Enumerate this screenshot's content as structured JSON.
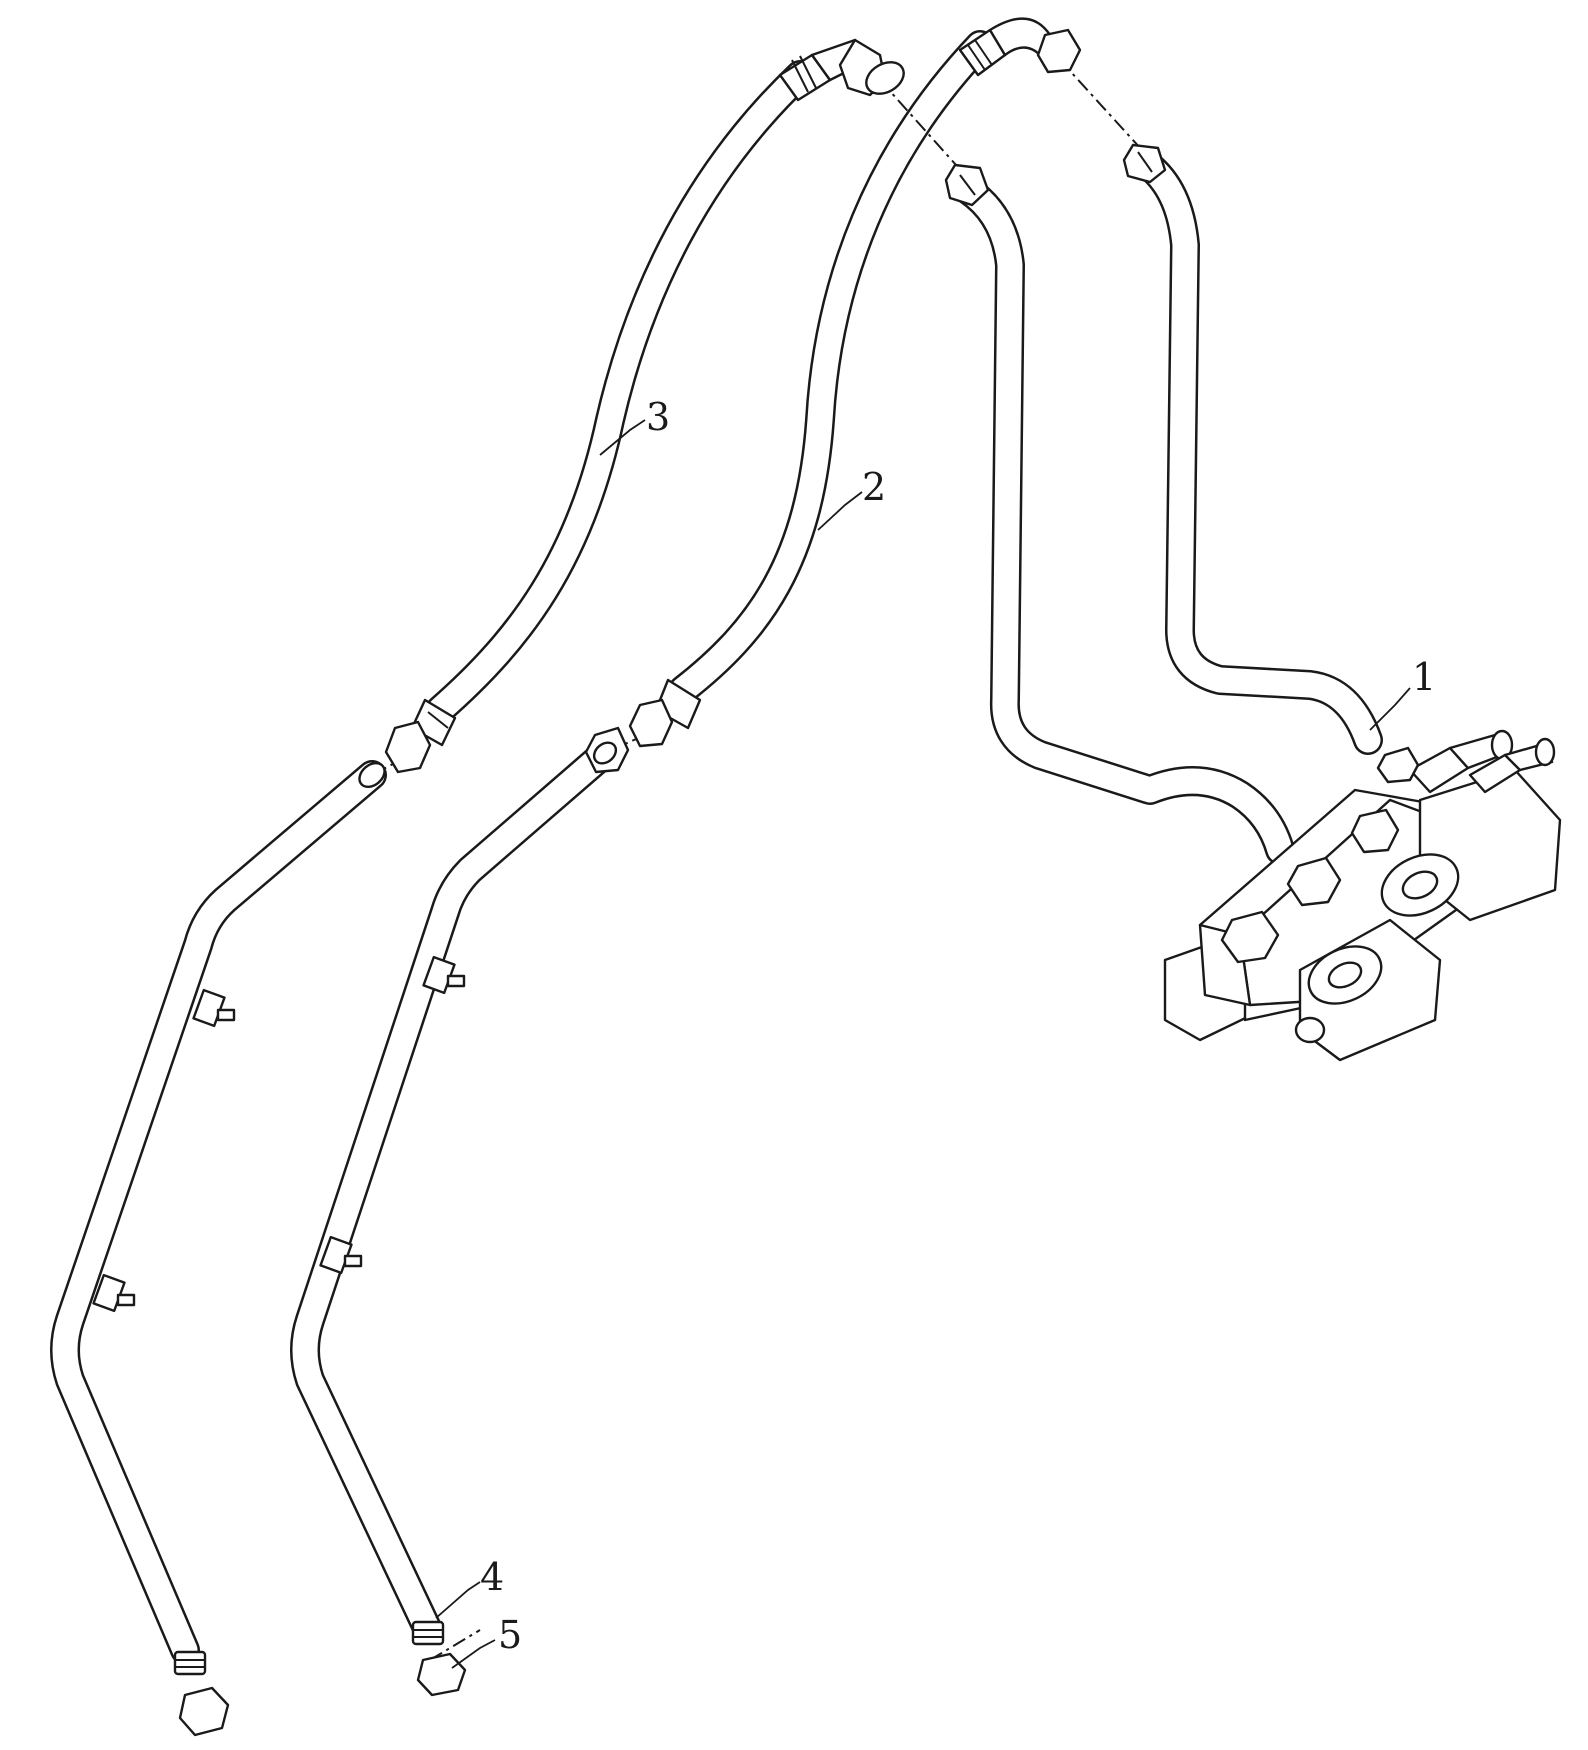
{
  "callouts": [
    {
      "id": "1",
      "label": "1"
    },
    {
      "id": "2",
      "label": "2"
    },
    {
      "id": "3",
      "label": "3"
    },
    {
      "id": "4",
      "label": "4"
    },
    {
      "id": "5",
      "label": "5"
    }
  ],
  "colors": {
    "ink": "#1a1a1a",
    "paper": "#ffffff"
  }
}
